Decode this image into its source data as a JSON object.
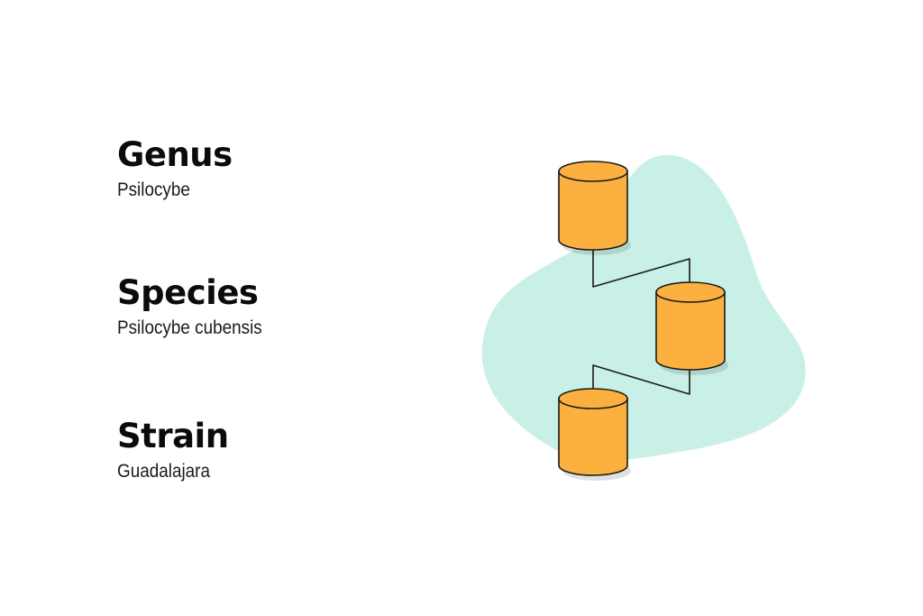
{
  "levels": [
    {
      "title": "Genus",
      "value": "Psilocybe"
    },
    {
      "title": "Species",
      "value": "Psilocybe cubensis"
    },
    {
      "title": "Strain",
      "value": "Guadalajara"
    }
  ],
  "colors": {
    "blob": "#c9f0e6",
    "cylinder_fill": "#fbb040",
    "cylinder_stroke": "#1a1a1a",
    "connector": "#1a1a1a",
    "text": "#0b0b0b"
  }
}
